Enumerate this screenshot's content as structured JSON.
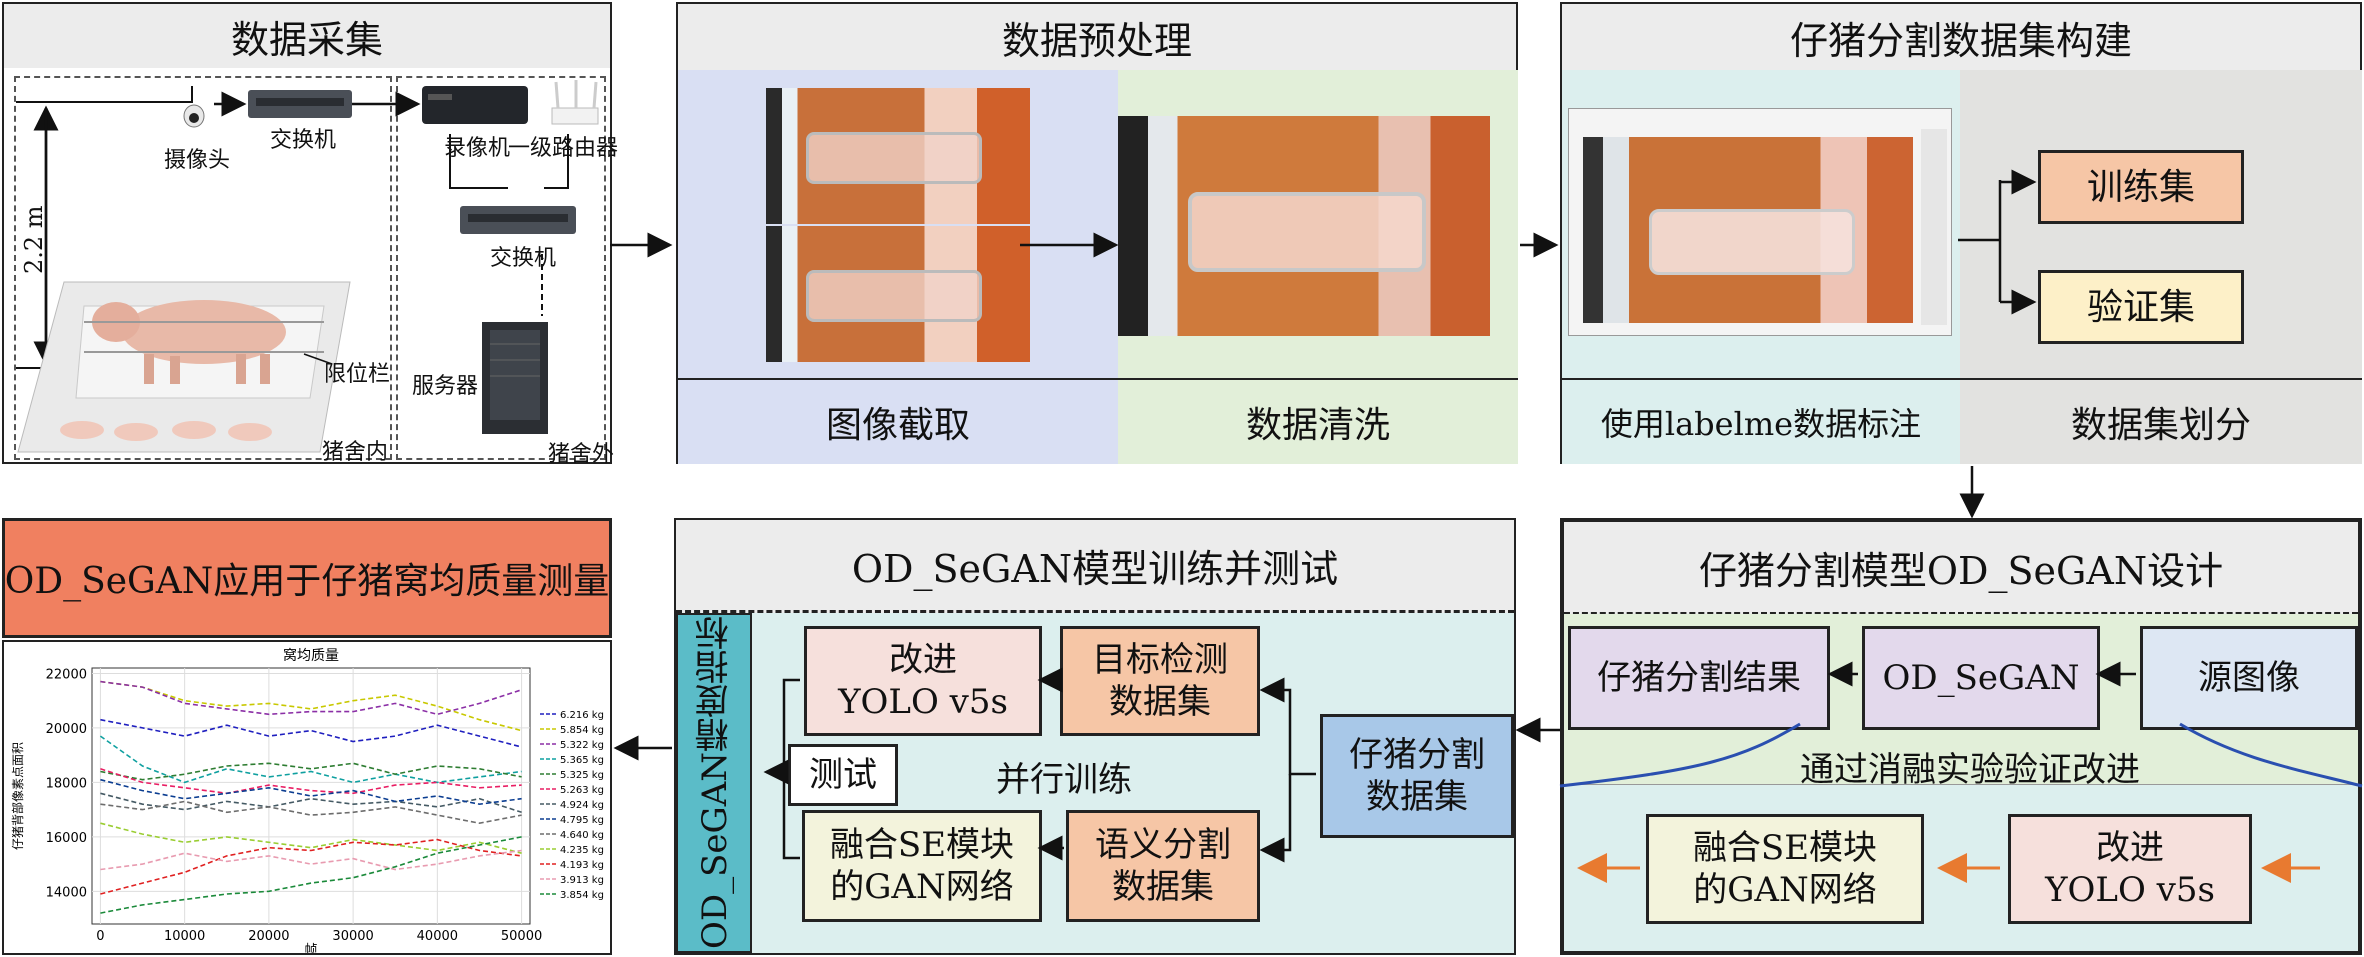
{
  "panels": {
    "collect": {
      "title": "数据采集",
      "labels": {
        "camera": "摄像头",
        "switch_top": "交换机",
        "recorder": "录像机",
        "router": "一级路由器",
        "switch_mid": "交换机",
        "server": "服务器",
        "fence": "限位栏",
        "height": "2.2 m",
        "indoor": "猪舍内",
        "outdoor": "猪舍外"
      }
    },
    "preprocess": {
      "title": "数据预处理",
      "cap_left": "图像截取",
      "cap_right": "数据清洗"
    },
    "build": {
      "title": "仔猪分割数据集构建",
      "cap_left": "使用labelme数据标注",
      "cap_right": "数据集划分",
      "train": "训练集",
      "val": "验证集"
    },
    "design": {
      "title": "仔猪分割模型OD_SeGAN设计",
      "result": "仔猪分割结果",
      "model": "OD_SeGAN",
      "source": "源图像",
      "ablation": "通过消融实验验证改进",
      "gan": "融合SE模块\n的GAN网络",
      "yolo": "改进\nYOLO v5s"
    },
    "train": {
      "title": "OD_SeGAN模型训练并测试",
      "side": "OD_SeGAN精度指标",
      "yolo": "改进\nYOLO v5s",
      "det": "目标检测\n数据集",
      "test": "测试",
      "parallel": "并行训练",
      "gan": "融合SE模块\n的GAN网络",
      "seg": "语义分割\n数据集",
      "dataset": "仔猪分割\n数据集"
    },
    "apply": {
      "title": "OD_SeGAN应用于仔猪窝均质量测量"
    }
  },
  "colors": {
    "blue_panel": "#d9dff3",
    "green_panel": "#e2efd9",
    "teal_panel": "#dcefee",
    "grey_panel": "#e2e2e0",
    "salmon": "#f6c6a6",
    "cream": "#fdf0c8",
    "lavender": "#e3d9ec",
    "pale_red": "#f6e0dc",
    "pale_yellow": "#f3f3dc",
    "dataset_blue": "#a8c8e8",
    "teal_side": "#5bbcc8",
    "banner": "#f08060",
    "arrow_orange": "#e87a30"
  },
  "chart_data": {
    "type": "line",
    "title": "窝均质量",
    "xlabel": "帧",
    "ylabel": "仔猪背部像素点面积",
    "x_ticks": [
      0,
      10000,
      20000,
      30000,
      40000,
      50000
    ],
    "y_ticks": [
      14000,
      16000,
      18000,
      20000,
      22000
    ],
    "xlim": [
      -1000,
      51000
    ],
    "ylim": [
      12800,
      22200
    ],
    "legend_position": "right",
    "x": [
      0,
      5000,
      10000,
      15000,
      20000,
      25000,
      30000,
      35000,
      40000,
      45000,
      50000
    ],
    "series": [
      {
        "name": "6.216 kg",
        "color": "#1f1fbf",
        "values": [
          20300,
          20000,
          19700,
          20100,
          19700,
          19900,
          19500,
          19700,
          20100,
          19700,
          19300
        ]
      },
      {
        "name": "5.854 kg",
        "color": "#c8c800",
        "values": [
          21700,
          21500,
          21000,
          20800,
          20900,
          20700,
          21000,
          21200,
          20800,
          20300,
          19900
        ]
      },
      {
        "name": "5.322 kg",
        "color": "#8b2fa6",
        "values": [
          21700,
          21500,
          20900,
          20700,
          20500,
          20600,
          20600,
          20900,
          20500,
          20900,
          21400
        ]
      },
      {
        "name": "5.365 kg",
        "color": "#0fa0a0",
        "values": [
          19700,
          18600,
          18000,
          18500,
          18200,
          18400,
          18000,
          18300,
          18000,
          18200,
          18400
        ]
      },
      {
        "name": "5.325 kg",
        "color": "#2e7d32",
        "values": [
          18400,
          18100,
          18300,
          18600,
          18700,
          18500,
          18700,
          18300,
          18600,
          18500,
          18200
        ]
      },
      {
        "name": "5.263 kg",
        "color": "#e91e63",
        "values": [
          18500,
          18000,
          17800,
          17600,
          17900,
          17700,
          17600,
          17900,
          18000,
          17800,
          17900
        ]
      },
      {
        "name": "4.924 kg",
        "color": "#455a64",
        "values": [
          17600,
          17200,
          17000,
          17300,
          17100,
          17400,
          17200,
          17300,
          17100,
          17400,
          16900
        ]
      },
      {
        "name": "4.795 kg",
        "color": "#0b3d91",
        "values": [
          18100,
          17700,
          17400,
          17600,
          17800,
          17500,
          17700,
          17300,
          17500,
          17200,
          17400
        ]
      },
      {
        "name": "4.640 kg",
        "color": "#6d6d6d",
        "values": [
          17200,
          17000,
          17300,
          16900,
          17100,
          16800,
          16900,
          17100,
          16800,
          16500,
          16800
        ]
      },
      {
        "name": "4.235 kg",
        "color": "#9acd32",
        "values": [
          16500,
          16100,
          15800,
          16000,
          15800,
          15600,
          15900,
          15700,
          15500,
          15800,
          15400
        ]
      },
      {
        "name": "4.193 kg",
        "color": "#e02020",
        "values": [
          13900,
          14300,
          14700,
          15300,
          15600,
          15500,
          15800,
          15700,
          15900,
          15500,
          15300
        ]
      },
      {
        "name": "3.913 kg",
        "color": "#e89bb0",
        "values": [
          14800,
          15000,
          15400,
          15100,
          15300,
          15000,
          15200,
          14800,
          15000,
          15300,
          15500
        ]
      },
      {
        "name": "3.854 kg",
        "color": "#1b8a3a",
        "values": [
          13200,
          13500,
          13700,
          13900,
          14000,
          14300,
          14500,
          14900,
          15400,
          15700,
          16000
        ]
      }
    ]
  }
}
